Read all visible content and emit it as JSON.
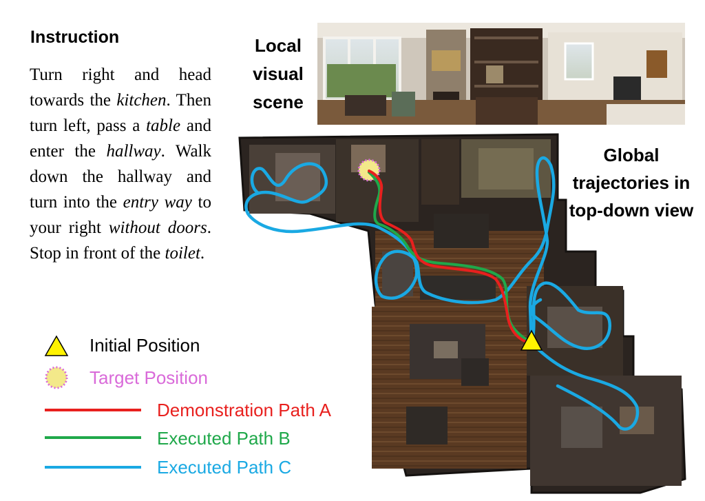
{
  "instruction": {
    "title": "Instruction",
    "parts": [
      {
        "text": "Turn right and head towards the ",
        "italic": false
      },
      {
        "text": "kitchen",
        "italic": true
      },
      {
        "text": ". Then turn left, pass a ",
        "italic": false
      },
      {
        "text": "table",
        "italic": true
      },
      {
        "text": " and enter the ",
        "italic": false
      },
      {
        "text": "hallway",
        "italic": true
      },
      {
        "text": ". Walk down the hallway and turn into the ",
        "italic": false
      },
      {
        "text": "entry way",
        "italic": true
      },
      {
        "text": " to your right ",
        "italic": false
      },
      {
        "text": "without doors",
        "italic": true
      },
      {
        "text": ". Stop in front of the ",
        "italic": false
      },
      {
        "text": "toilet",
        "italic": true
      },
      {
        "text": ".",
        "italic": false
      }
    ]
  },
  "local_label": "Local visual scene",
  "global_label": "Global trajectories in top-down view",
  "legend": {
    "initial": {
      "label": "Initial Position",
      "color": "#fff200",
      "icon": "triangle-icon"
    },
    "target": {
      "label": "Target Position",
      "color": "#d96ad9",
      "icon": "dotted-circle-icon"
    },
    "path_a": {
      "label": "Demonstration Path A",
      "color": "#e8201e"
    },
    "path_b": {
      "label": "Executed Path B",
      "color": "#1fa84a"
    },
    "path_c": {
      "label": "Executed Path C",
      "color": "#1aa9e3"
    }
  },
  "colors": {
    "floor_wood": "#5a3a22",
    "floor_dark": "#2b2420",
    "wall": "#3a3430"
  }
}
